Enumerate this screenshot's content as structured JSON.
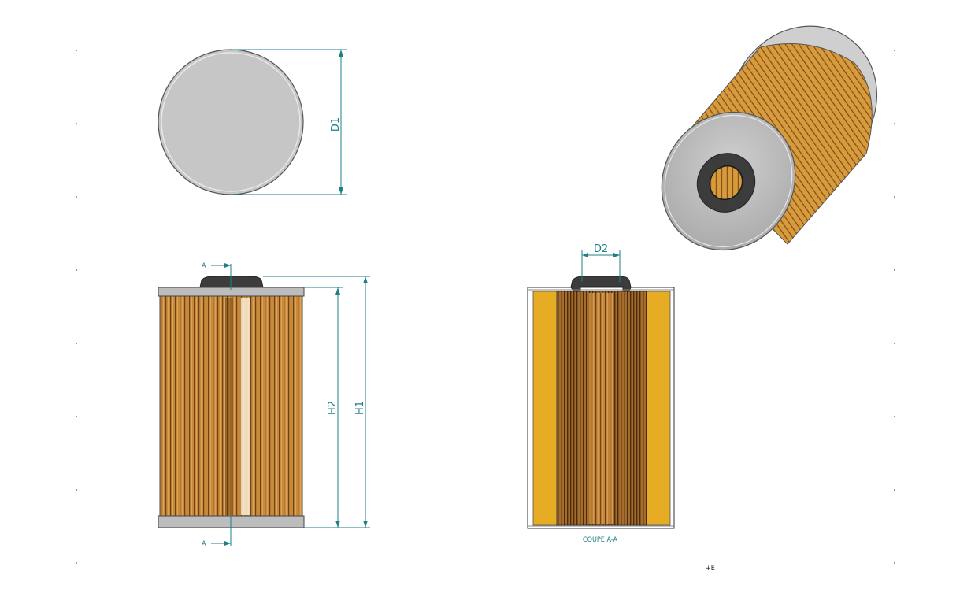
{
  "dimensions": {
    "d1": "D1",
    "d2": "D2",
    "h1": "H1",
    "h2": "H2"
  },
  "section": {
    "marker_top": "A",
    "marker_bottom": "A",
    "caption": "COUPE A-A"
  },
  "corner_mark": "+E",
  "colors": {
    "dimension": "#1e7f86",
    "paper_pleat": "#c8893a",
    "paper_dark": "#6b4315",
    "endcap": "#b9b9b9",
    "seal": "#3c3c3c",
    "section_fill": "#e6ad24"
  }
}
